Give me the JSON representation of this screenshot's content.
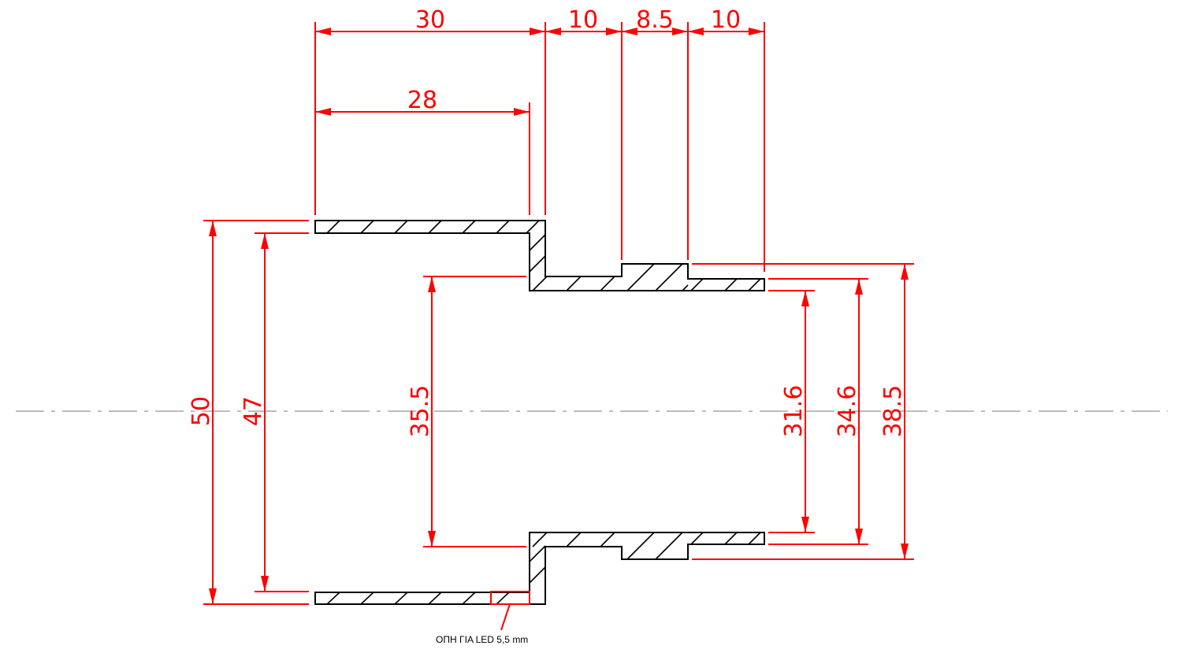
{
  "colors": {
    "dimension": "#ff0000",
    "part_outline": "#000000",
    "center_axis": "#bdbdbd",
    "background": "#ffffff"
  },
  "dimensions": {
    "horizontal": {
      "len_30": "30",
      "len_10_left": "10",
      "len_8_5": "8.5",
      "len_10_right": "10",
      "len_28": "28"
    },
    "vertical": {
      "dia_50": "50",
      "dia_47": "47",
      "dia_35_5": "35.5",
      "dia_31_6": "31.6",
      "dia_34_6": "34.6",
      "dia_38_5": "38.5"
    }
  },
  "note": {
    "led_hole": "ΟΠΗ ΓΙΑ LED 5,5 mm"
  }
}
